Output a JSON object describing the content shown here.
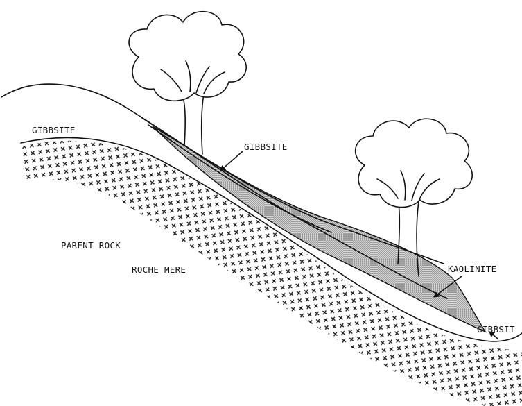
{
  "labels": {
    "gibbsite_upper_left": "GIBBSITE",
    "gibbsite_middle": "GIBBSITE",
    "gibbsite_lower_right": "GIBBSIT",
    "kaolinite": "KAOLINITE",
    "parent_rock": "PARENT ROCK",
    "roche_mere": "ROCHE MERE"
  },
  "colors": {
    "ink": "#111111",
    "background": "#ffffff",
    "kaolinite_fill": "#9a9a9a"
  },
  "icons": {
    "tree": "tree-icon",
    "rock_pattern": "cross-hatch"
  }
}
